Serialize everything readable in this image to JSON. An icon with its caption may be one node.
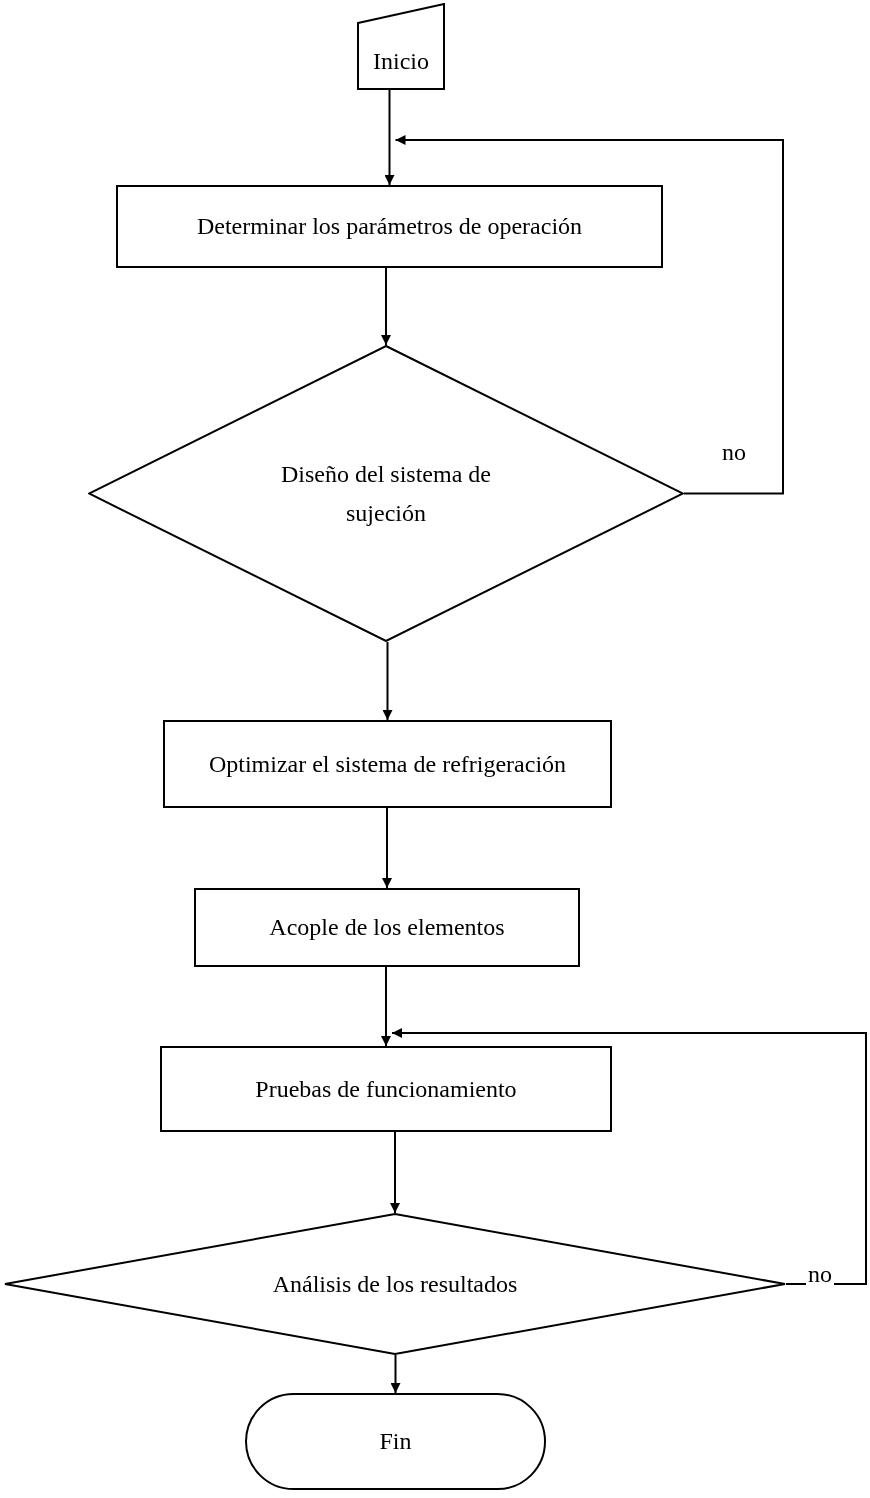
{
  "diagram": {
    "nodes": [
      {
        "text": [
          "Inicio"
        ]
      },
      {
        "text": [
          "Determinar los parámetros de operación"
        ]
      },
      {
        "text": [
          "Diseño del sistema de sujeción"
        ]
      },
      {
        "text": [
          "Optimizar el sistema de refrigeración"
        ]
      },
      {
        "text": [
          "Acople de los elementos"
        ]
      },
      {
        "text": [
          "Pruebas de funcionamiento"
        ]
      },
      {
        "text": [
          "Análisis de los resultados"
        ]
      },
      {
        "text": [
          "Fin"
        ]
      }
    ],
    "edges": [
      {
        "from": 0,
        "to": 1,
        "arrow": "to"
      },
      {
        "from": 1,
        "to": 2,
        "arrow": "to"
      },
      {
        "from": 2,
        "to": 1,
        "arrow": "to",
        "label": "no"
      },
      {
        "from": 2,
        "to": 3,
        "arrow": "to"
      },
      {
        "from": 3,
        "to": 4,
        "arrow": "to"
      },
      {
        "from": 4,
        "to": 5,
        "arrow": "to"
      },
      {
        "from": 5,
        "to": 6,
        "arrow": "to"
      },
      {
        "from": 6,
        "to": 5,
        "arrow": "to",
        "label": "no"
      },
      {
        "from": 6,
        "to": 7,
        "arrow": "to"
      }
    ]
  }
}
